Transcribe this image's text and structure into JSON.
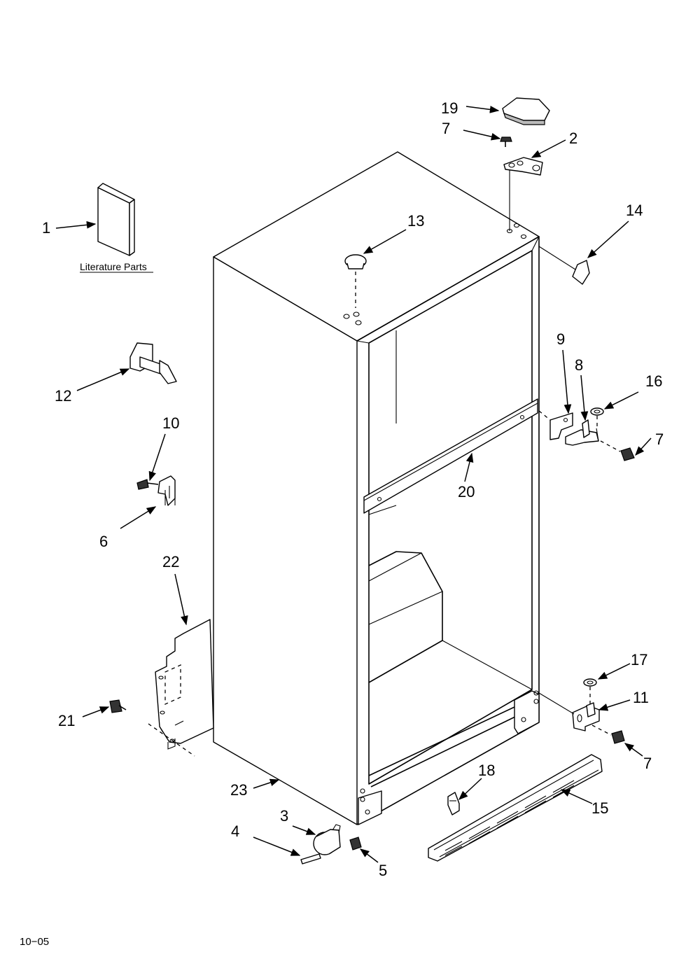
{
  "diagram": {
    "literature_label": "Literature Parts",
    "page_code": "10−05",
    "callouts": [
      {
        "id": "c1",
        "label": "1"
      },
      {
        "id": "c2",
        "label": "2"
      },
      {
        "id": "c3",
        "label": "3"
      },
      {
        "id": "c4",
        "label": "4"
      },
      {
        "id": "c5",
        "label": "5"
      },
      {
        "id": "c6",
        "label": "6"
      },
      {
        "id": "c7a",
        "label": "7"
      },
      {
        "id": "c7b",
        "label": "7"
      },
      {
        "id": "c7c",
        "label": "7"
      },
      {
        "id": "c8",
        "label": "8"
      },
      {
        "id": "c9",
        "label": "9"
      },
      {
        "id": "c10",
        "label": "10"
      },
      {
        "id": "c11",
        "label": "11"
      },
      {
        "id": "c12",
        "label": "12"
      },
      {
        "id": "c13",
        "label": "13"
      },
      {
        "id": "c14",
        "label": "14"
      },
      {
        "id": "c15",
        "label": "15"
      },
      {
        "id": "c16",
        "label": "16"
      },
      {
        "id": "c17",
        "label": "17"
      },
      {
        "id": "c18",
        "label": "18"
      },
      {
        "id": "c19",
        "label": "19"
      },
      {
        "id": "c20",
        "label": "20"
      },
      {
        "id": "c21",
        "label": "21"
      },
      {
        "id": "c22",
        "label": "22"
      },
      {
        "id": "c23",
        "label": "23"
      }
    ]
  }
}
